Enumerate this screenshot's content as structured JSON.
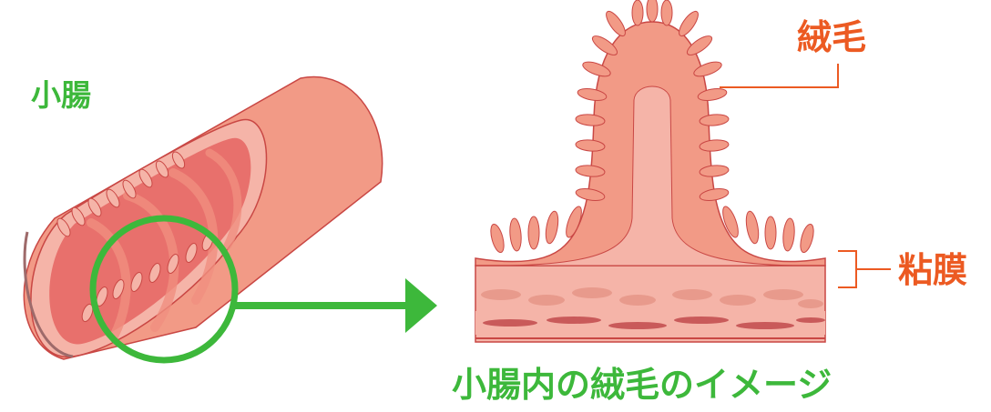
{
  "labels": {
    "small_intestine": "小腸",
    "villi": "絨毛",
    "mucosa": "粘膜",
    "caption": "小腸内の絨毛のイメージ"
  },
  "colors": {
    "accent_green": "#3db83b",
    "accent_orange": "#ec5a22",
    "tissue_outer": "#f29a86",
    "tissue_light": "#f5b4a8",
    "tissue_dark": "#e8706c",
    "outline": "#c94744",
    "muscle": "#c95a5a"
  }
}
